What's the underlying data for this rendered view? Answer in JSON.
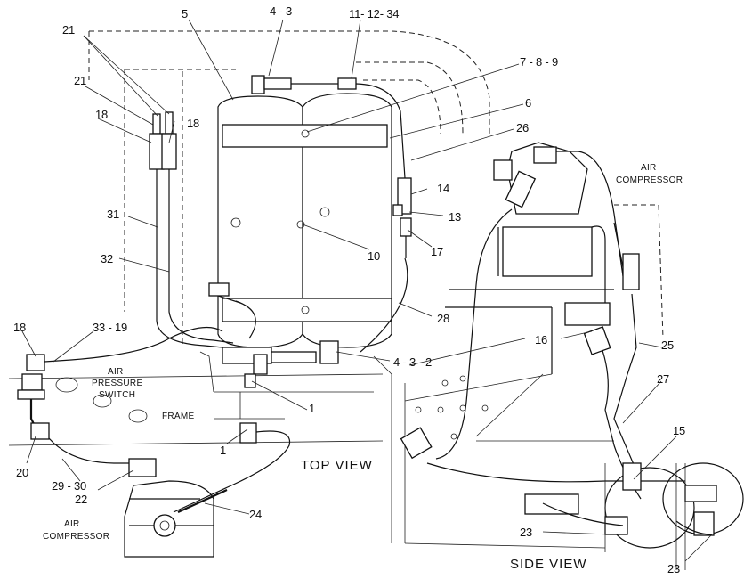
{
  "callouts": {
    "c5": "5",
    "c4_3_top": "4 - 3",
    "c11_12_34": "11- 12- 34",
    "c21a": "21",
    "c21b": "21",
    "c18a": "18",
    "c18b": "18",
    "c7_8_9": "7 - 8 - 9",
    "c6": "6",
    "c26": "26",
    "c14": "14",
    "c13": "13",
    "c17": "17",
    "c31": "31",
    "c10": "10",
    "c32": "32",
    "c28": "28",
    "c18c": "18",
    "c33_19": "33 - 19",
    "c16": "16",
    "c25": "25",
    "c4_3_2": "4 - 3 - 2",
    "c1a": "1",
    "c1b": "1",
    "c27": "27",
    "c20": "20",
    "c29_30": "29 - 30",
    "c22": "22",
    "c24": "24",
    "c15": "15",
    "c23a": "23",
    "c23b": "23"
  },
  "captions": {
    "air_pressure_switch_1": "AIR",
    "air_pressure_switch_2": "PRESSURE",
    "air_pressure_switch_3": "SWITCH",
    "frame": "FRAME",
    "air_compressor_left_1": "AIR",
    "air_compressor_left_2": "COMPRESSOR",
    "air_compressor_right_1": "AIR",
    "air_compressor_right_2": "COMPRESSOR"
  },
  "views": {
    "top": "TOP  VIEW",
    "side": "SIDE  VIEW"
  }
}
